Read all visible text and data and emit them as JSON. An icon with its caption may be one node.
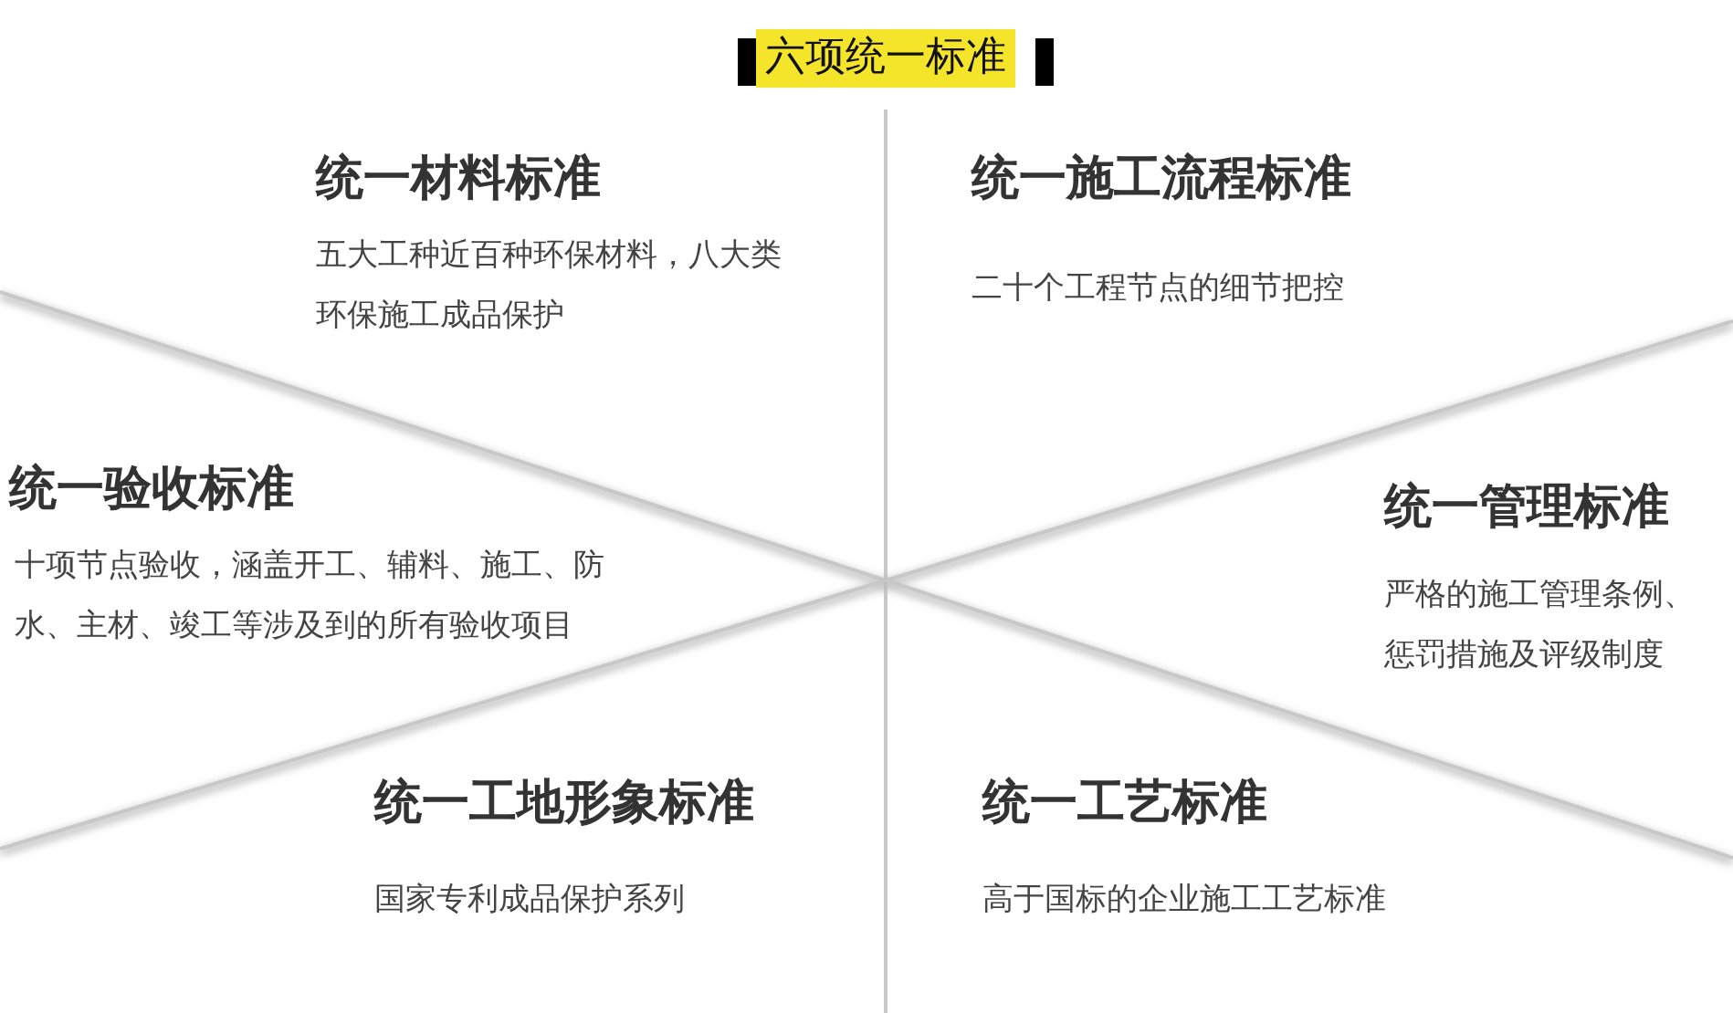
{
  "diagram": {
    "title": "六项统一标准",
    "labels": [
      "统一材料标准",
      "五大工种近百种环保材料，八大类环保施工成品保护",
      "统一施工流程标准",
      "二十个工程节点的细节把控",
      "统一验收标准",
      "十项节点验收，涵盖开工、辅料、施工、防水、主材、竣工等涉及到的所有验收项目",
      "统一管理标准",
      "严格的施工管理条例、惩罚措施及评级制度",
      "统一工地形象标准",
      "国家专利成品保护系列",
      "统一工艺标准",
      "高于国标的企业施工工艺标准"
    ]
  }
}
